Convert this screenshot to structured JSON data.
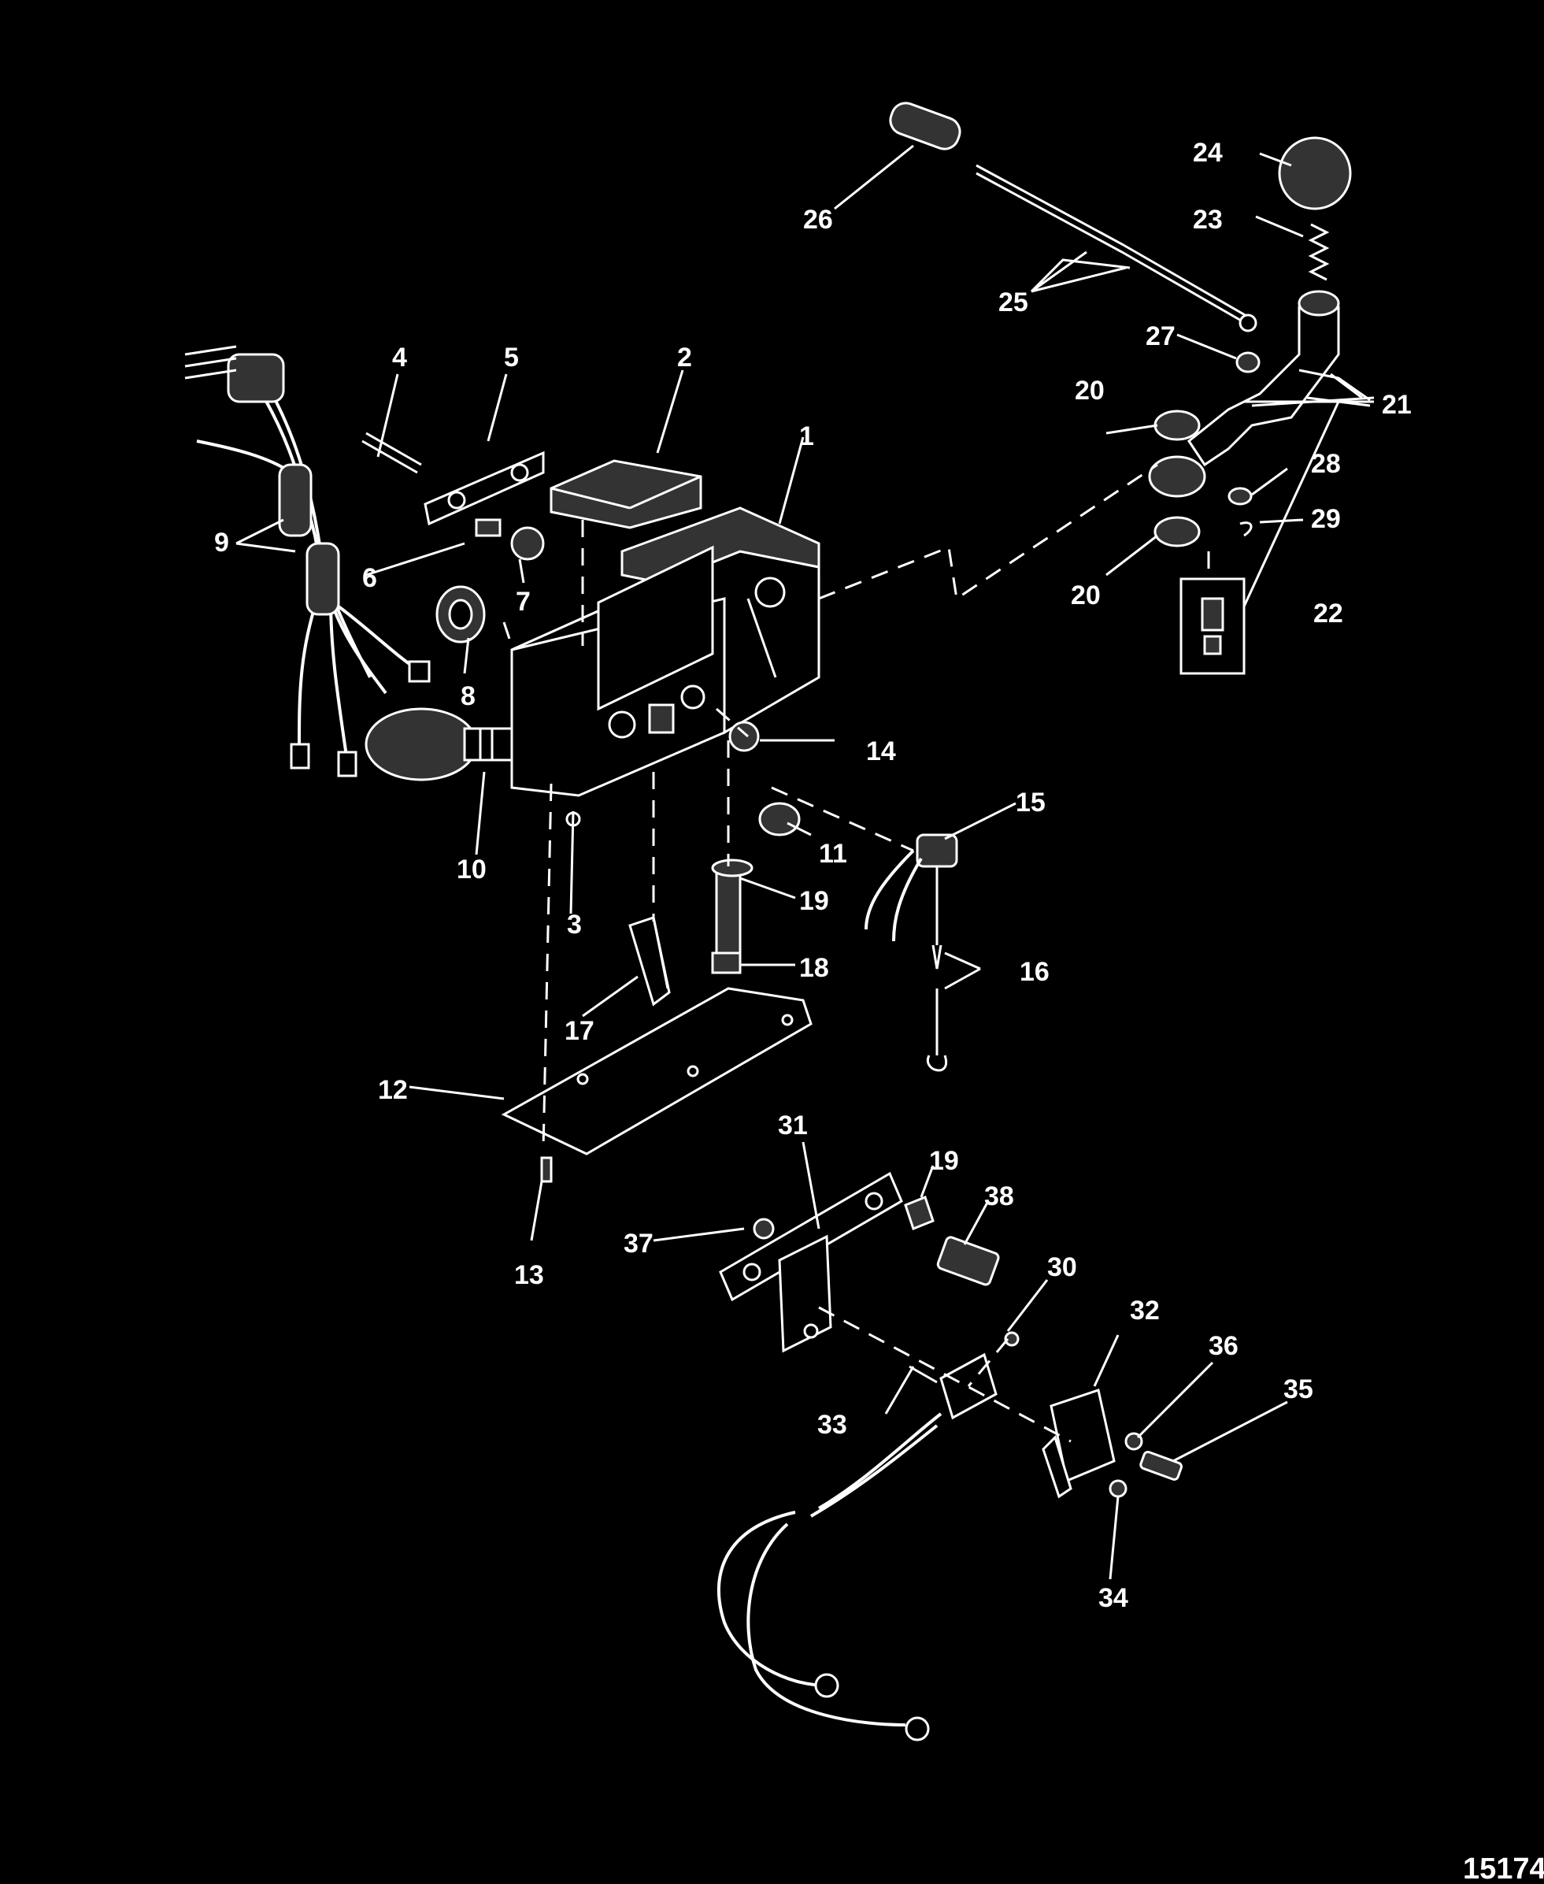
{
  "diagram": {
    "figure_id": "15174",
    "callouts": [
      "1",
      "2",
      "3",
      "4",
      "5",
      "6",
      "7",
      "8",
      "9",
      "10",
      "11",
      "12",
      "13",
      "14",
      "15",
      "16",
      "17",
      "18",
      "19",
      "20",
      "21",
      "22",
      "23",
      "24",
      "25",
      "26",
      "27",
      "28",
      "29",
      "30",
      "31",
      "32",
      "33",
      "34",
      "35",
      "36",
      "37",
      "38"
    ],
    "colors": {
      "background": "#000000",
      "linework": "#ffffff"
    }
  }
}
